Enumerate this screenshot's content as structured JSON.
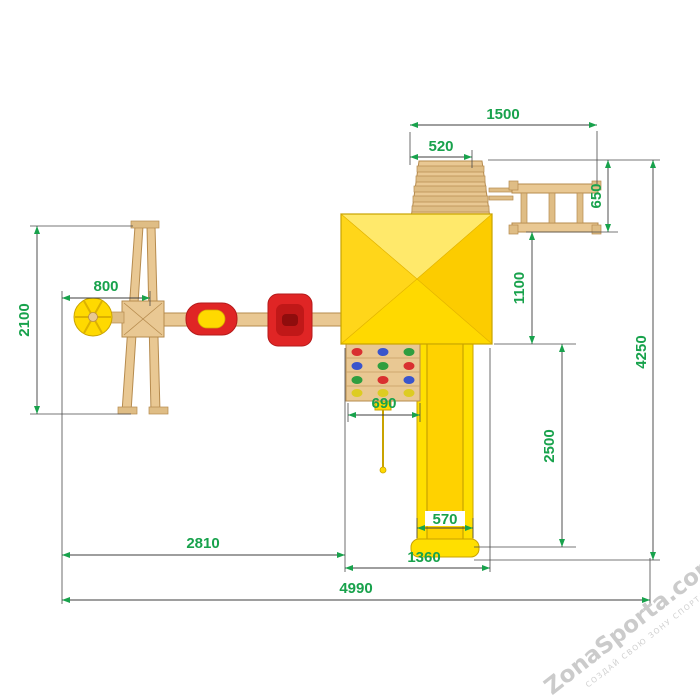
{
  "drawing": {
    "title": "playground-top-view-dimension-drawing",
    "accent_green": "#18a24c",
    "dims": {
      "w1500": "1500",
      "w520": "520",
      "h650": "650",
      "h1100": "1100",
      "h2100": "2100",
      "w800": "800",
      "w690": "690",
      "h2500": "2500",
      "w2810": "2810",
      "w1360": "1360",
      "w570": "570",
      "w4990": "4990",
      "h4250": "4250"
    }
  },
  "watermark": {
    "brand": "ZonaSporta.com",
    "tagline": "СОЗДАЙ СВОЮ ЗОНУ СПОРТА"
  }
}
